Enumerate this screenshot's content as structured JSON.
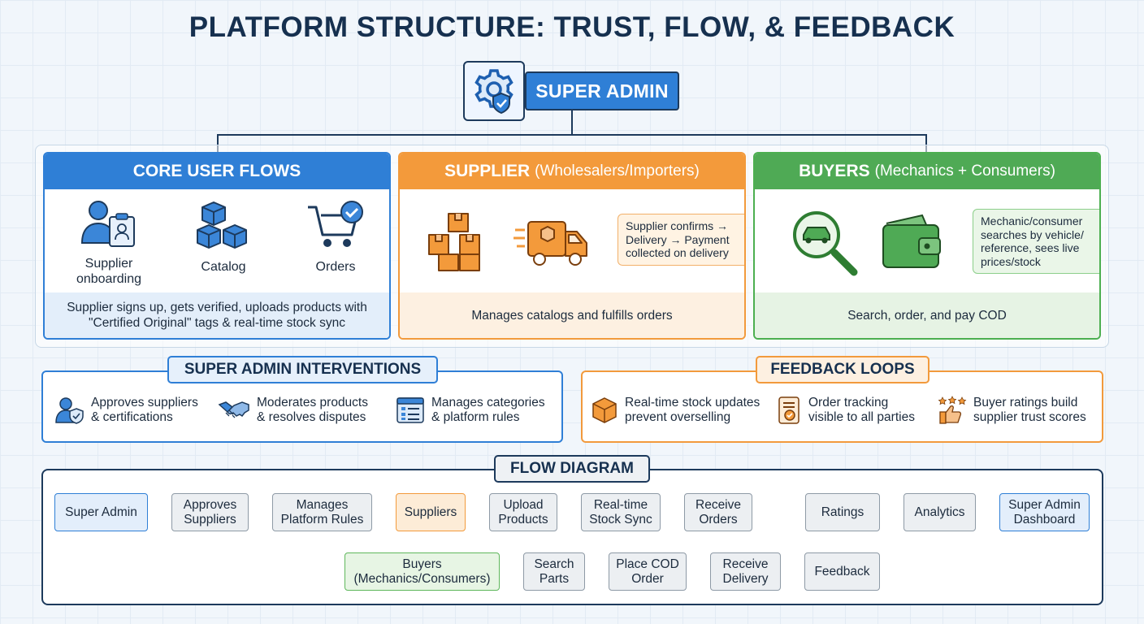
{
  "title": "PLATFORM STRUCTURE: TRUST, FLOW, & FEEDBACK",
  "super_admin": {
    "label": "SUPER ADMIN",
    "icon": "gear-shield-icon"
  },
  "core_flows": {
    "title": "CORE USER FLOWS",
    "steps": [
      {
        "label": "Supplier onboarding",
        "icon": "user-badge-icon"
      },
      {
        "label": "Catalog",
        "icon": "boxes-icon"
      },
      {
        "label": "Orders",
        "icon": "cart-check-icon"
      }
    ],
    "footer": "Supplier signs up, gets verified, uploads products with \"Certified Original\" tags & real-time stock sync"
  },
  "supplier": {
    "title": "SUPPLIER",
    "subtitle": "(Wholesalers/Importers)",
    "callout": "Supplier confirms → Delivery → Payment collected on delivery",
    "footer": "Manages catalogs and fulfills orders"
  },
  "buyers": {
    "title": "BUYERS",
    "subtitle": "(Mechanics + Consumers)",
    "callout": "Mechanic/consumer searches by vehicle/ reference, sees live prices/stock",
    "footer": "Search, order, and pay COD"
  },
  "interventions": {
    "title": "SUPER ADMIN INTERVENTIONS",
    "items": [
      {
        "line1": "Approves suppliers",
        "line2": "& certifications",
        "icon": "user-shield-icon"
      },
      {
        "line1": "Moderates products",
        "line2": "& resolves disputes",
        "icon": "handshake-icon"
      },
      {
        "line1": "Manages categories",
        "line2": "& platform rules",
        "icon": "list-window-icon"
      }
    ]
  },
  "feedback_loops": {
    "title": "FEEDBACK LOOPS",
    "items": [
      {
        "line1": "Real-time stock updates",
        "line2": "prevent overselling",
        "icon": "box-icon"
      },
      {
        "line1": "Order tracking",
        "line2": "visible to all parties",
        "icon": "order-badge-icon"
      },
      {
        "line1": "Buyer ratings build",
        "line2": "supplier trust scores",
        "icon": "thumbs-up-stars-icon"
      }
    ]
  },
  "flow_diagram": {
    "title": "FLOW DIAGRAM",
    "nodes": {
      "super_admin": "Super Admin",
      "approves": "Approves Suppliers",
      "manages": "Manages Platform Rules",
      "suppliers": "Suppliers",
      "upload": "Upload Products",
      "stock_sync": "Real-time Stock Sync",
      "receive_orders": "Receive Orders",
      "ratings": "Ratings",
      "analytics": "Analytics",
      "dashboard": "Super Admin Dashboard",
      "buyers": "Buyers (Mechanics/Consumers)",
      "search": "Search Parts",
      "place_cod": "Place COD Order",
      "receive_delivery": "Receive Delivery",
      "feedback": "Feedback"
    }
  },
  "colors": {
    "blue": "#2f7fd6",
    "orange": "#f39a3b",
    "green": "#4faa55",
    "navy": "#16304f"
  }
}
